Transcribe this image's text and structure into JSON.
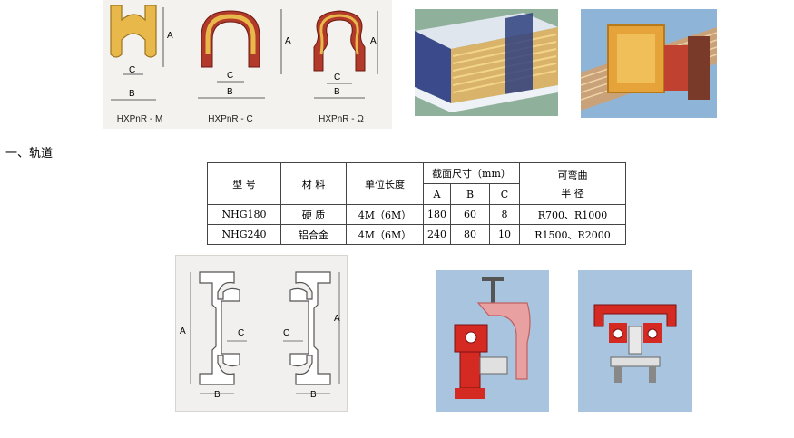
{
  "section_heading": "一、轨道",
  "profiles": [
    {
      "label": "HXPnR - M"
    },
    {
      "label": "HXPnR - C"
    },
    {
      "label": "HXPnR - Ω"
    }
  ],
  "dim_letters": {
    "a": "A",
    "b": "B",
    "c": "C"
  },
  "table": {
    "headers": {
      "model": "型 号",
      "material": "材 料",
      "unit_length": "单位长度",
      "section_size": "截面尺寸（mm）",
      "bend_radius_line1": "可弯曲",
      "bend_radius_line2": "半 径",
      "col_a": "A",
      "col_b": "B",
      "col_c": "C"
    },
    "rows": [
      {
        "model": "NHG180",
        "material": "硬 质",
        "length": "4M（6M）",
        "a": "180",
        "b": "60",
        "c": "8",
        "radius": "R700、R1000"
      },
      {
        "model": "NHG240",
        "material": "铝合金",
        "length": "4M（6M）",
        "a": "240",
        "b": "80",
        "c": "10",
        "radius": "R1500、R2000"
      }
    ]
  },
  "colors": {
    "profile_yellow": "#e8b84a",
    "profile_red": "#b23a2a",
    "photo_bg_green": "#8fb09a",
    "photo_bg_blue": "#8eb4d8",
    "section_bg": "#f2f0ee",
    "clamp_bg": "#a9c4de",
    "clamp_red": "#d42a22"
  }
}
